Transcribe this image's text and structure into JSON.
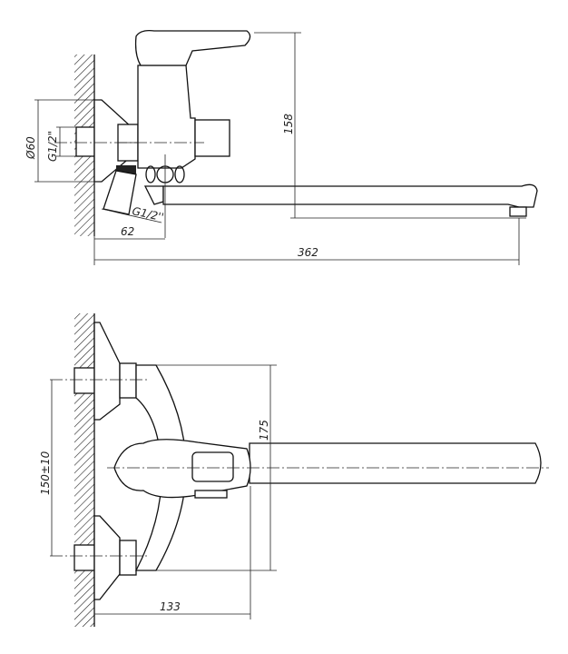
{
  "side_view": {
    "dim_height": "158",
    "dim_flange_diameter": "Ø60",
    "dim_thread_wall": "G1/2\"",
    "dim_thread_shower": "G1/2''",
    "dim_offset": "62",
    "dim_total_length": "362"
  },
  "top_view": {
    "dim_body_width": "175",
    "dim_inlet_spacing": "150±10",
    "dim_depth": "133"
  }
}
